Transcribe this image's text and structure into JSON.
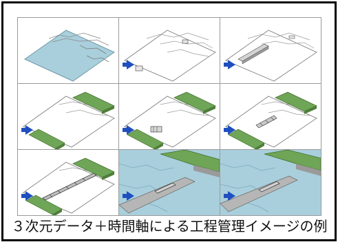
{
  "caption": "３次元データ＋時間軸による工程管理イメージの例",
  "colors": {
    "border": "#000000",
    "grid": "#9a9a9a",
    "water": "#a9cfdc",
    "embankment": "#4f7f3a",
    "embankment_top": "#6fa556",
    "arrow": "#1f4fbf"
  },
  "steps": [
    {
      "stage": "terrain-with-water"
    },
    {
      "stage": "terrain-outline-small-block"
    },
    {
      "stage": "terrain-outline-long-block"
    },
    {
      "stage": "two-embankments"
    },
    {
      "stage": "two-embankments-small-structure"
    },
    {
      "stage": "two-embankments-structure"
    },
    {
      "stage": "two-embankments-bridge"
    },
    {
      "stage": "water-flood-bridge"
    },
    {
      "stage": "water-flood-complete"
    }
  ]
}
